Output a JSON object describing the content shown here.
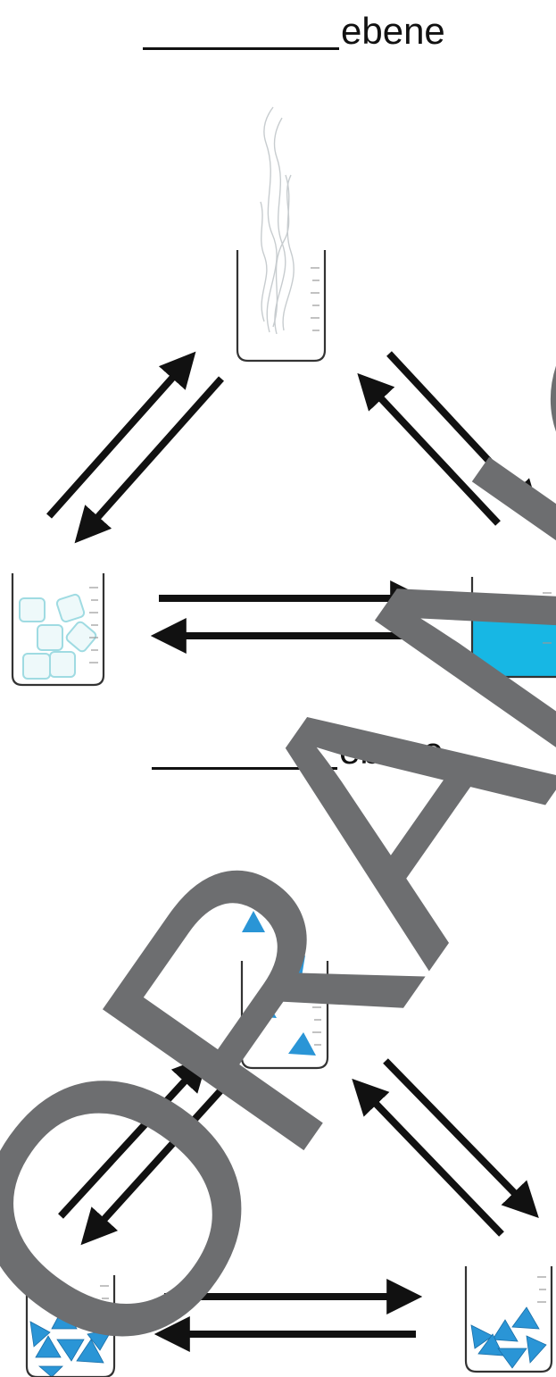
{
  "section_top": {
    "heading_suffix": "ebene",
    "states": [
      {
        "icon": "gas-beaker-icon"
      },
      {
        "icon": "solid-beaker-icon"
      },
      {
        "icon": "liquid-beaker-icon"
      }
    ]
  },
  "section_bottom": {
    "heading_suffix": "ebene",
    "states": [
      {
        "icon": "particle-gas-beaker-icon"
      },
      {
        "icon": "particle-solid-beaker-icon"
      },
      {
        "icon": "particle-liquid-beaker-icon"
      }
    ]
  },
  "colors": {
    "ink": "#111111",
    "liquid": "#17b7e4",
    "particle": "#2a95d6",
    "ice": "#bfe8ec",
    "watermark": "#6d6e70",
    "smoke": "#9aa3a8"
  },
  "watermark_text": "ORANGE"
}
